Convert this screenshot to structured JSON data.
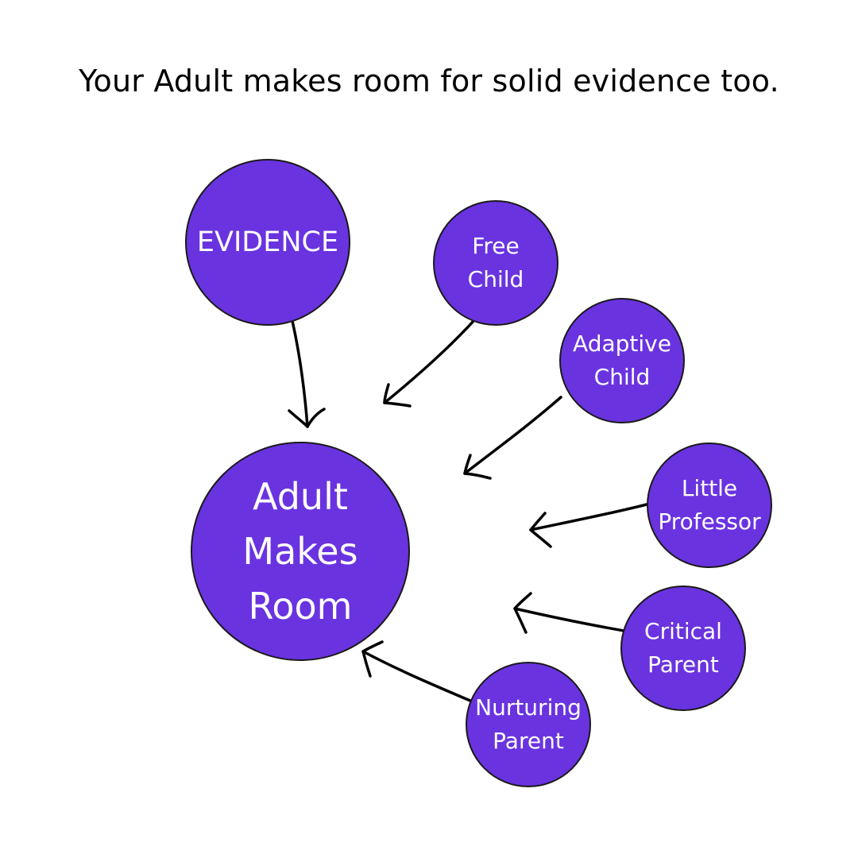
{
  "title": "Your Adult makes room for solid evidence too.",
  "colors": {
    "node_fill": "#6a33e0",
    "node_text": "#ffffff",
    "outline": "#1a1a1a",
    "arrow": "#000000",
    "background": "#ffffff",
    "title_text": "#000000"
  },
  "nodes": {
    "evidence": {
      "label": "EVIDENCE"
    },
    "adult": {
      "label": "Adult\nMakes\nRoom"
    },
    "free_child": {
      "label": "Free\nChild"
    },
    "adaptive_child": {
      "label": "Adaptive\nChild"
    },
    "little_professor": {
      "label": "Little\nProfessor"
    },
    "critical_parent": {
      "label": "Critical\nParent"
    },
    "nurturing_parent": {
      "label": "Nurturing\nParent"
    }
  }
}
